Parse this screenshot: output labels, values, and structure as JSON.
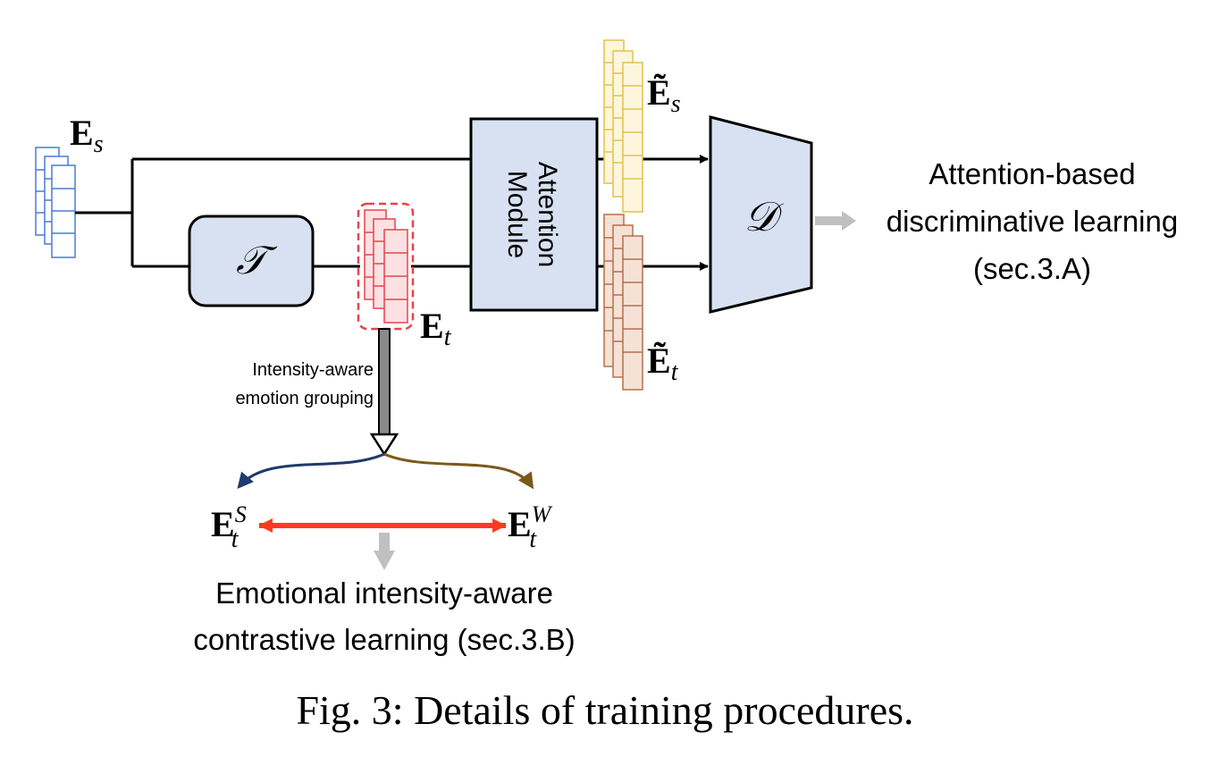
{
  "figure": {
    "caption": "Fig. 3: Details of training procedures.",
    "labels": {
      "es": {
        "base": "E",
        "sub": "s"
      },
      "et": {
        "base": "E",
        "sub": "t"
      },
      "es_tilde": {
        "base": "Ẽ",
        "sub": "s"
      },
      "et_tilde": {
        "base": "Ẽ",
        "sub": "t"
      },
      "ets": {
        "base": "E",
        "sub": "t",
        "sup": "S"
      },
      "etw": {
        "base": "E",
        "sub": "t",
        "sup": "W"
      }
    },
    "blocks": {
      "t": "𝒯",
      "attention_line1": "Attention",
      "attention_line2": "Module",
      "d": "𝒟"
    },
    "text": {
      "grouping_line1": "Intensity-aware",
      "grouping_line2": "emotion grouping",
      "discriminative_line1": "Attention-based",
      "discriminative_line2": "discriminative learning",
      "discriminative_line3": "(sec.3.A)",
      "contrastive_line1": "Emotional intensity-aware",
      "contrastive_line2": "contrastive learning (sec.3.B)"
    },
    "colors": {
      "block_fill": "#d8e1f1",
      "es_blue": "#4a7cd6",
      "et_red": "#e8434a",
      "es_tilde_yellow": "#e2c24a",
      "et_tilde_brown": "#b5714a",
      "contrast_red": "#ff3b1f",
      "blue_arrow": "#1f3a6e",
      "olive_arrow": "#7a5a1a",
      "gray_arrow": "#c0c0c0"
    }
  }
}
